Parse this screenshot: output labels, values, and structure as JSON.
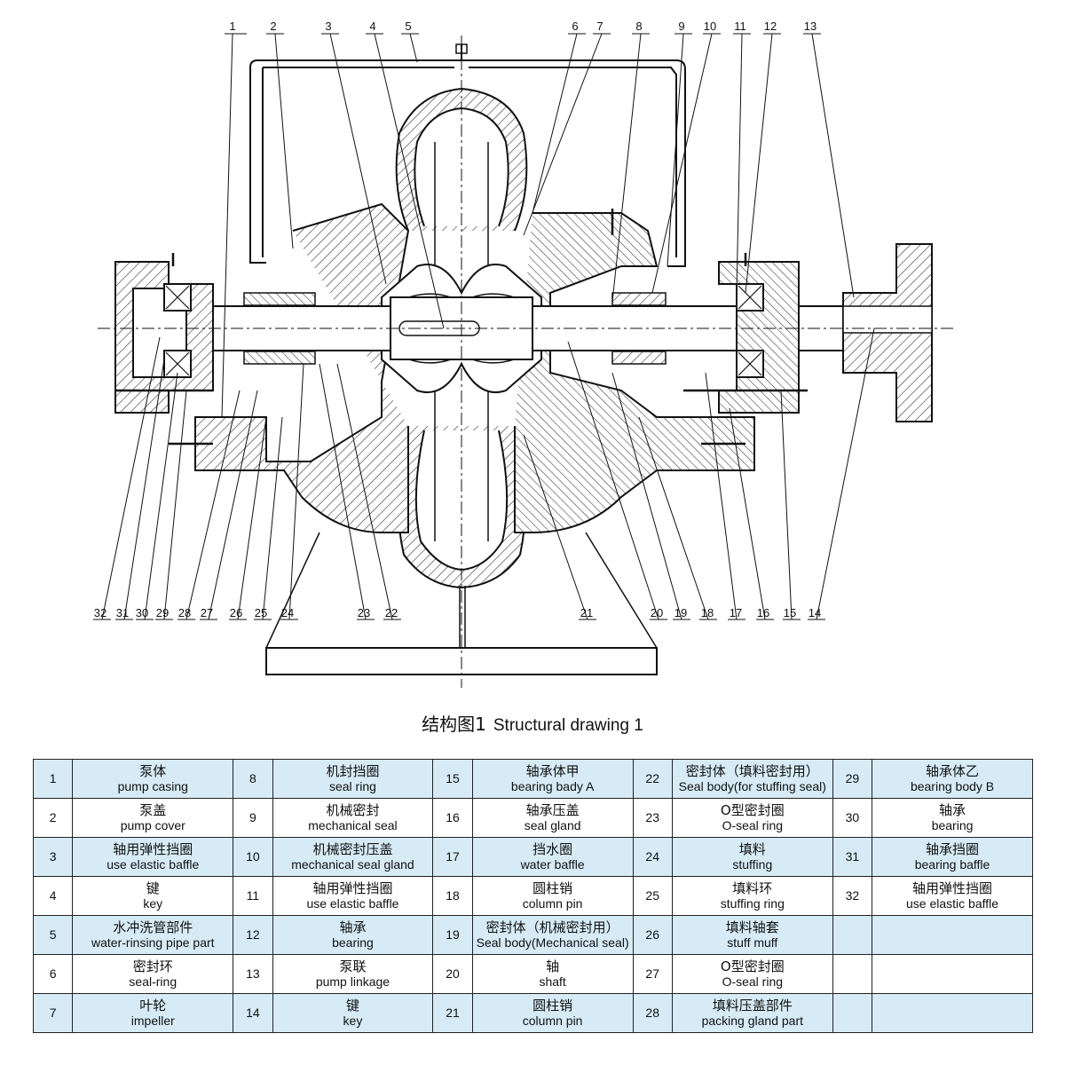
{
  "caption": {
    "zh": "结构图1",
    "en": "Structural drawing 1"
  },
  "callouts_top": [
    "1",
    "2",
    "3",
    "4",
    "5",
    "6",
    "7",
    "8",
    "9",
    "10",
    "11",
    "12",
    "13"
  ],
  "callouts_bottom": [
    "32",
    "31",
    "30",
    "29",
    "28",
    "27",
    "26",
    "25",
    "24",
    "23",
    "22",
    "21",
    "20",
    "19",
    "18",
    "17",
    "16",
    "15",
    "14"
  ],
  "parts": [
    {
      "no": "1",
      "zh": "泵体",
      "en": "pump casing"
    },
    {
      "no": "2",
      "zh": "泵盖",
      "en": "pump cover"
    },
    {
      "no": "3",
      "zh": "轴用弹性挡圈",
      "en": "use elastic baffle"
    },
    {
      "no": "4",
      "zh": "键",
      "en": "key"
    },
    {
      "no": "5",
      "zh": "水冲洗管部件",
      "en": "water-rinsing pipe part"
    },
    {
      "no": "6",
      "zh": "密封环",
      "en": "seal-ring"
    },
    {
      "no": "7",
      "zh": "叶轮",
      "en": "impeller"
    },
    {
      "no": "8",
      "zh": "机封挡圈",
      "en": "seal ring"
    },
    {
      "no": "9",
      "zh": "机械密封",
      "en": "mechanical seal"
    },
    {
      "no": "10",
      "zh": "机械密封压盖",
      "en": "mechanical seal gland"
    },
    {
      "no": "11",
      "zh": "轴用弹性挡圈",
      "en": "use elastic baffle"
    },
    {
      "no": "12",
      "zh": "轴承",
      "en": "bearing"
    },
    {
      "no": "13",
      "zh": "泵联",
      "en": "pump linkage"
    },
    {
      "no": "14",
      "zh": "键",
      "en": "key"
    },
    {
      "no": "15",
      "zh": "轴承体甲",
      "en": "bearing bady A"
    },
    {
      "no": "16",
      "zh": "轴承压盖",
      "en": "seal gland"
    },
    {
      "no": "17",
      "zh": "挡水圈",
      "en": "water baffle"
    },
    {
      "no": "18",
      "zh": "圆柱销",
      "en": "column pin"
    },
    {
      "no": "19",
      "zh": "密封体（机械密封用）",
      "en": "Seal body(Mechanical seal)"
    },
    {
      "no": "20",
      "zh": "轴",
      "en": "shaft"
    },
    {
      "no": "21",
      "zh": "圆柱销",
      "en": "column pin"
    },
    {
      "no": "22",
      "zh": "密封体（填料密封用）",
      "en": "Seal body(for stuffing seal)"
    },
    {
      "no": "23",
      "zh": "O型密封圈",
      "en": "O-seal ring"
    },
    {
      "no": "24",
      "zh": "填料",
      "en": "stuffing"
    },
    {
      "no": "25",
      "zh": "填料环",
      "en": "stuffing ring"
    },
    {
      "no": "26",
      "zh": "填料轴套",
      "en": "stuff muff"
    },
    {
      "no": "27",
      "zh": "O型密封圈",
      "en": "O-seal ring"
    },
    {
      "no": "28",
      "zh": "填料压盖部件",
      "en": "packing gland part"
    },
    {
      "no": "29",
      "zh": "轴承体乙",
      "en": "bearing body B"
    },
    {
      "no": "30",
      "zh": "轴承",
      "en": "bearing"
    },
    {
      "no": "31",
      "zh": "轴承挡圈",
      "en": "bearing baffle"
    },
    {
      "no": "32",
      "zh": "轴用弹性挡圈",
      "en": "use elastic baffle"
    }
  ]
}
